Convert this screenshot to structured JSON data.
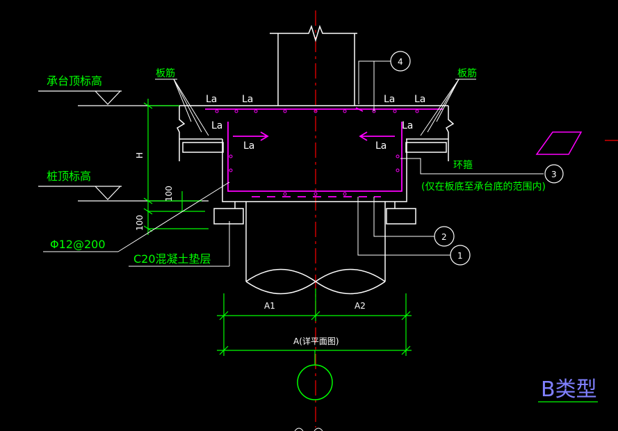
{
  "labels": {
    "cap_top_elevation": "承台顶标高",
    "pile_top_elevation": "桩顶标高",
    "rebar_note_left": "板筋",
    "rebar_note_right": "板筋",
    "anchor_la": "La",
    "height_h": "H",
    "dim_100_a": "100",
    "dim_100_b": "100",
    "rebar_spec": "Φ12@200",
    "cushion_layer": "C20混凝土垫层",
    "stirrup": "环箍",
    "stirrup_note": "(仅在板底至承台底的范围内)",
    "dim_a1": "A1",
    "dim_a2": "A2",
    "dim_a": "A(详平面图)",
    "type_title": "B类型"
  },
  "callouts": [
    "1",
    "2",
    "3",
    "4"
  ],
  "colors": {
    "background": "#000000",
    "concrete_outline": "#ffffff",
    "rebar": "#ff00ff",
    "centerline": "#ff0000",
    "dimension": "#00ff00",
    "title": "#8080ff"
  }
}
